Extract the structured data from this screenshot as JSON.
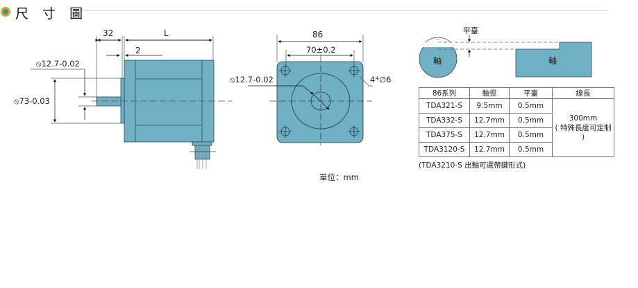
{
  "header": {
    "title": "尺 寸 圖"
  },
  "side_view": {
    "dim_shaft_length": "32",
    "dim_body_length": "L",
    "dim_flange": "2",
    "dim_shaft_dia": "⦸12.7-0.02",
    "dim_boss_dia": "⦸73-0.03"
  },
  "front_view": {
    "dim_width": "86",
    "dim_hole_pitch": "70±0.2",
    "dim_shaft_dia": "⦸12.7-0.02",
    "dim_holes": "4*∅6"
  },
  "unit": "單位：mm",
  "shaft_detail": {
    "flat_label": "平臺",
    "shaft_label": "軸"
  },
  "table": {
    "headers": [
      "86系列",
      "軸徑",
      "平臺",
      "線長"
    ],
    "rows": [
      [
        "TDA321-S",
        "9.5mm",
        "0.5mm"
      ],
      [
        "TDA332-S",
        "12.7mm",
        "0.5mm"
      ],
      [
        "TDA375-S",
        "12.7mm",
        "0.5mm"
      ],
      [
        "TDA3120-S",
        "12.7mm",
        "0.5mm"
      ]
    ],
    "cable_length": "300mm",
    "cable_note": "( 特殊長度可定制 )"
  },
  "note": "(TDA3210-S 出軸可選帶鍵形式)",
  "colors": {
    "body": "#70b0c4",
    "accent_orange": "#f0a020",
    "accent_teal": "#1aa3a3"
  }
}
